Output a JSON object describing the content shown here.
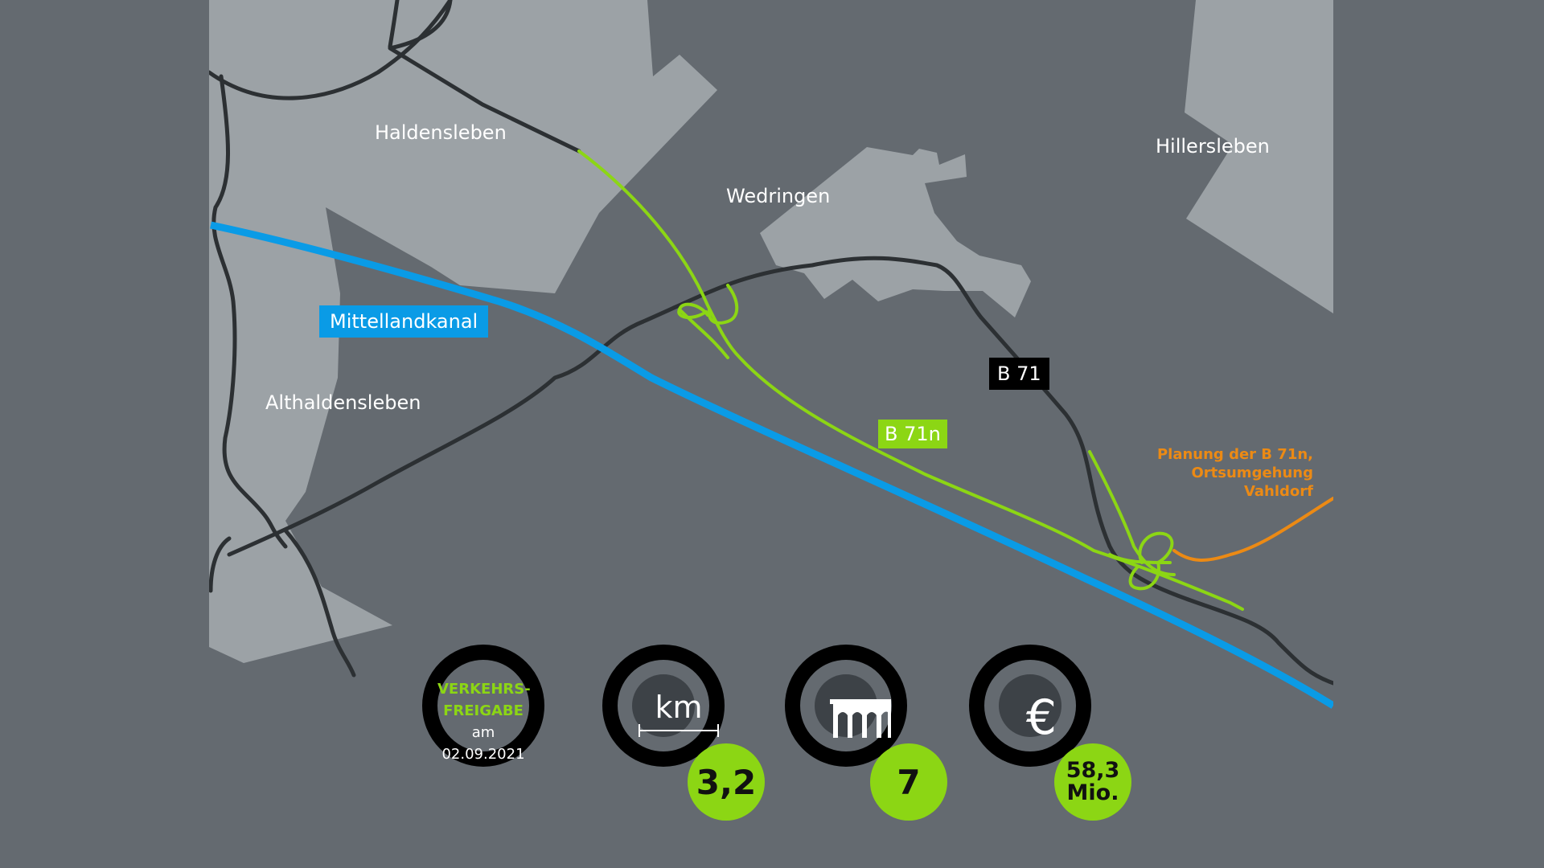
{
  "map": {
    "places": {
      "haldensleben": "Haldensleben",
      "wedringen": "Wedringen",
      "hillersleben": "Hillersleben",
      "althaldensleben": "Althaldensleben"
    },
    "waterway": "Mittellandkanal",
    "road_existing": "B 71",
    "road_new": "B 71n",
    "planning_note": [
      "Planung der B 71n,",
      "Ortsumgehung",
      "Vahldorf"
    ],
    "colors": {
      "background": "#646a70",
      "settlement": "#9ca2a6",
      "road_existing": "#2c3033",
      "road_new": "#8cd614",
      "canal": "#0a9be6",
      "planned": "#ec8a14"
    }
  },
  "stats": {
    "opening": {
      "line1": "VERKEHRS-",
      "line2": "FREIGABE",
      "line3": "am",
      "date": "02.09.2021"
    },
    "length": {
      "icon": "ruler-km-icon",
      "unit": "km",
      "value": "3,2"
    },
    "bridges": {
      "icon": "bridge-icon",
      "value": "7"
    },
    "cost": {
      "icon": "euro-icon",
      "symbol": "€",
      "value_line1": "58,3",
      "value_line2": "Mio."
    }
  }
}
